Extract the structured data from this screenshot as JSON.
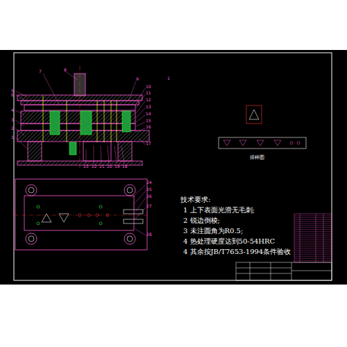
{
  "diagram": {
    "labels": [
      "1",
      "2",
      "3",
      "4",
      "5",
      "6",
      "7",
      "8",
      "9",
      "10",
      "11",
      "12",
      "13",
      "14",
      "15",
      "16",
      "17",
      "18",
      "19",
      "20",
      "21",
      "22",
      "23",
      "24",
      "25",
      "26",
      "27",
      "28",
      "1",
      "排样图",
      "技术要求:",
      "1 上下表面光滑无毛刺;",
      "2 锐边倒棱;",
      "3 未注圆角为R0.5;",
      "4 热处理硬度达到50-54HRC",
      "4 其余按JB/T7653-1994条件验收"
    ]
  }
}
